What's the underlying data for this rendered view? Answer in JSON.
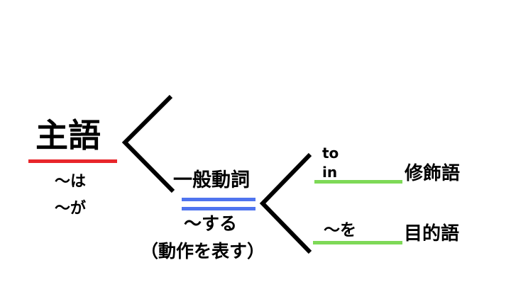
{
  "subject": {
    "title": "主語",
    "particles": [
      "〜は",
      "〜が"
    ]
  },
  "verb": {
    "title": "一般動詞",
    "suffix": "〜する",
    "note": "（動作を表す）"
  },
  "branches": {
    "upper": {
      "particles": [
        "to",
        "in"
      ],
      "label": "修飾語"
    },
    "lower": {
      "particle": "〜を",
      "label": "目的語"
    }
  },
  "colors": {
    "subject_underline": "#e8262b",
    "verb_underline": "#4f74ef",
    "branch_underline": "#7ed957",
    "stroke": "#000000"
  }
}
